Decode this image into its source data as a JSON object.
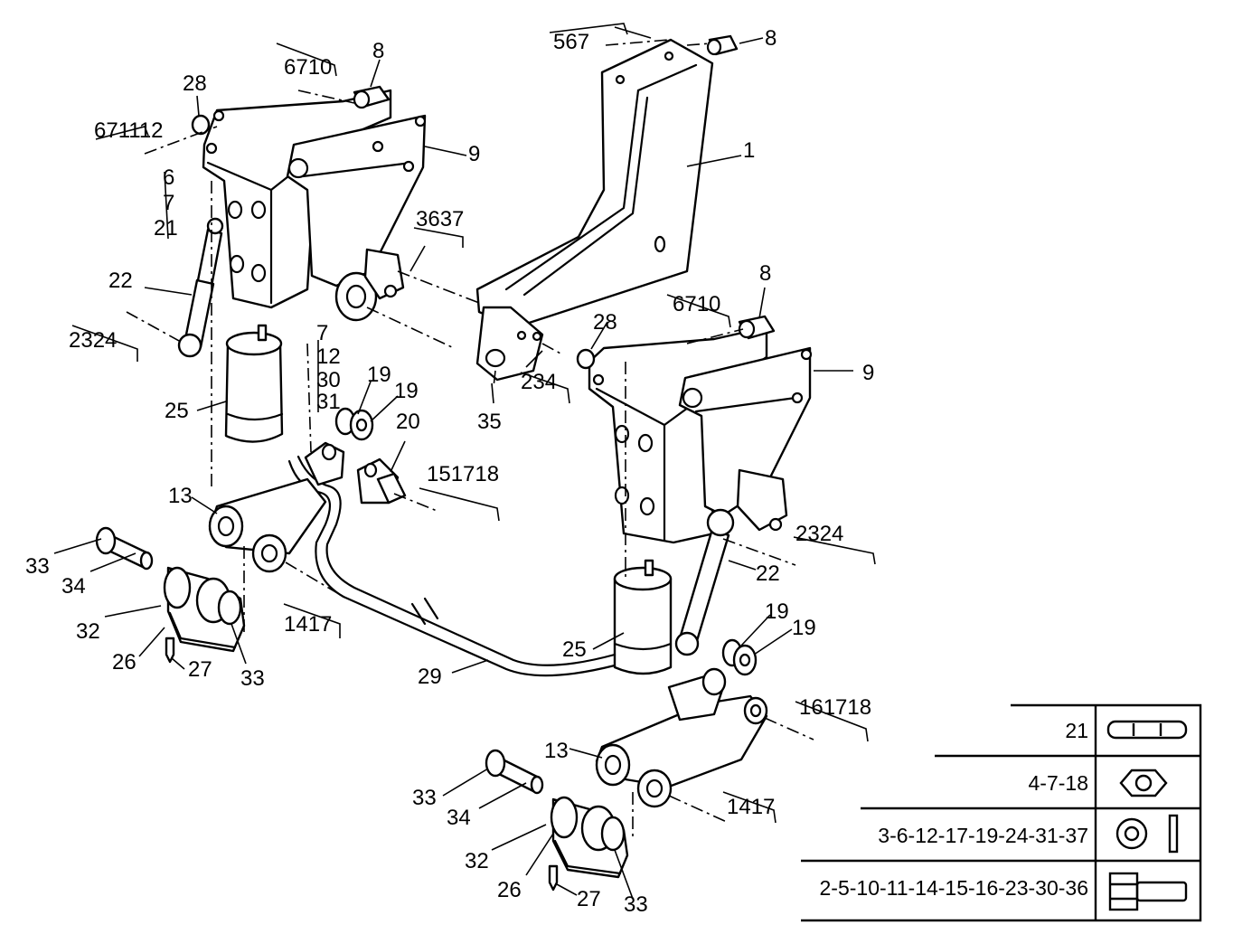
{
  "callouts": {
    "c_567": "567",
    "c_8a": "8",
    "c_6710a": "6710",
    "c_8b": "8",
    "c_28a": "28",
    "c_671112": "671112",
    "c_9a": "9",
    "c_1": "1",
    "c_6a": "6",
    "c_7a": "7",
    "c_21": "21",
    "c_3637": "3637",
    "c_22a": "22",
    "c_8c": "8",
    "c_6710b": "6710",
    "c_2324a": "2324",
    "c_28b": "28",
    "c_7b": "7",
    "c_12": "12",
    "c_30": "30",
    "c_31": "31",
    "c_234": "234",
    "c_9b": "9",
    "c_35": "35",
    "c_25a": "25",
    "c_19a": "19",
    "c_19b": "19",
    "c_20": "20",
    "c_151718": "151718",
    "c_13a": "13",
    "c_2324b": "2324",
    "c_33a": "33",
    "c_34a": "34",
    "c_22b": "22",
    "c_1417a": "1417",
    "c_32a": "32",
    "c_26a": "26",
    "c_27a": "27",
    "c_33b": "33",
    "c_19c": "19",
    "c_19d": "19",
    "c_25b": "25",
    "c_29": "29",
    "c_161718": "161718",
    "c_13b": "13",
    "c_33c": "33",
    "c_34b": "34",
    "c_1417b": "1417",
    "c_32b": "32",
    "c_26b": "26",
    "c_27b": "27",
    "c_33d": "33"
  },
  "legend": {
    "rows": [
      {
        "label": "21",
        "icon": "pin-icon"
      },
      {
        "label": "4-7-18",
        "icon": "hex-nut-icon"
      },
      {
        "label": "3-6-12-17-19-24-31-37",
        "icon": "washer-icon"
      },
      {
        "label": "2-5-10-11-14-15-16-23-30-36",
        "icon": "bolt-icon"
      }
    ]
  }
}
